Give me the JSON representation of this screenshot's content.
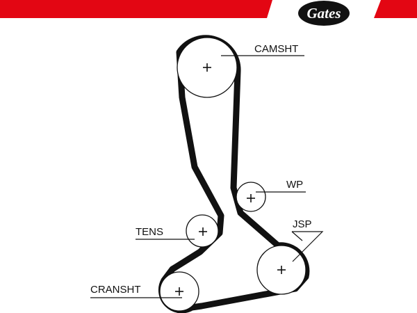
{
  "brand": {
    "logo_text": "Gates",
    "accent_color": "#e30613",
    "logo_bg_color": "#111111"
  },
  "labels": {
    "camshaft": "CAMSHT",
    "water_pump": "WP",
    "tensioner": "TENS",
    "jsp": "JSP",
    "crankshaft": "CRANSHT"
  }
}
